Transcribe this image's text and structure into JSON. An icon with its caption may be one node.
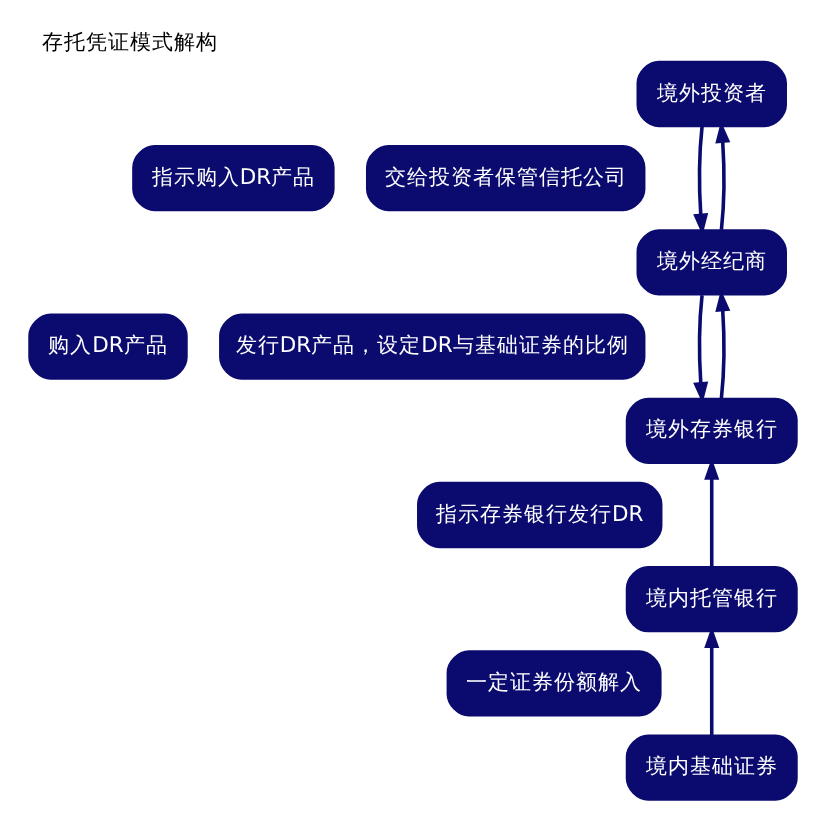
{
  "diagram": {
    "title": "存托凭证模式解构",
    "nodes": [
      {
        "text": [
          "境外投资者"
        ]
      },
      {
        "text": [
          "指示购入DR产品"
        ]
      },
      {
        "text": [
          "交给投资者保管信托公司"
        ]
      },
      {
        "text": [
          "境外经纪商"
        ]
      },
      {
        "text": [
          "购入DR产品"
        ]
      },
      {
        "text": [
          "发行DR产品，设定DR与基础证券的比例"
        ]
      },
      {
        "text": [
          "境外存券银行"
        ]
      },
      {
        "text": [
          "指示存券银行发行DR"
        ]
      },
      {
        "text": [
          "境内托管银行"
        ]
      },
      {
        "text": [
          "一定证券份额解入"
        ]
      },
      {
        "text": [
          "境内基础证券"
        ]
      }
    ],
    "edges": [
      {
        "from": 0,
        "to": 3,
        "arrow": "to"
      },
      {
        "from": 3,
        "to": 0,
        "arrow": "to"
      },
      {
        "from": 3,
        "to": 6,
        "arrow": "to"
      },
      {
        "from": 6,
        "to": 3,
        "arrow": "to"
      },
      {
        "from": 8,
        "to": 6,
        "arrow": "to"
      },
      {
        "from": 10,
        "to": 8,
        "arrow": "to"
      }
    ]
  }
}
